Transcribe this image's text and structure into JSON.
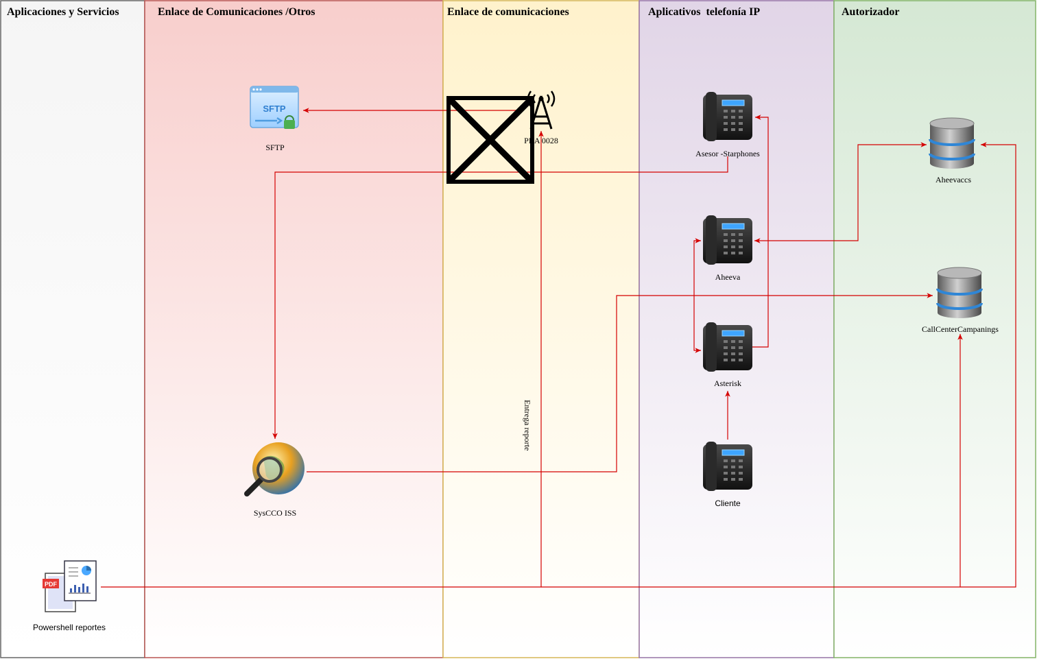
{
  "lanes": [
    {
      "title": "Aplicaciones y Servicios",
      "fill": "#f5f5f5",
      "stroke": "#666666"
    },
    {
      "title": "Enlace de Comunicaciones /Otros",
      "fill": "#f8cecc",
      "stroke": "#b85450"
    },
    {
      "title": "Enlace de comunicaciones",
      "fill": "#fff2cc",
      "stroke": "#d6b656"
    },
    {
      "title": "Aplicativos  telefonía IP",
      "fill": "#e1d5e7",
      "stroke": "#9673a6"
    },
    {
      "title": "Autorizador",
      "fill": "#d5e8d4",
      "stroke": "#82b366"
    }
  ],
  "nodes": {
    "sftp": {
      "label": "SFTP",
      "icon_name": "sftp-server-icon",
      "icon_text": "SFTP"
    },
    "pra": {
      "label": "PRA 0028",
      "icon_name": "radio-tower-icon"
    },
    "asesor": {
      "label": "Asesor -Starphones",
      "icon_name": "desk-phone-icon"
    },
    "aheeva": {
      "label": "Aheeva",
      "icon_name": "desk-phone-icon"
    },
    "asterisk": {
      "label": "Asterisk",
      "icon_name": "desk-phone-icon"
    },
    "cliente": {
      "label": "Cliente",
      "icon_name": "desk-phone-icon"
    },
    "aheevaccs": {
      "label": "Aheevaccs",
      "icon_name": "database-icon"
    },
    "callcenter": {
      "label": "CallCenterCampanings",
      "icon_name": "database-icon"
    },
    "syscco": {
      "label": "SysCCO ISS",
      "icon_name": "globe-search-icon"
    },
    "powershell": {
      "label": "Powershell reportes",
      "icon_name": "report-documents-icon",
      "badge": "PDF"
    }
  },
  "edges": [
    {
      "from": "pra",
      "to": "sftp"
    },
    {
      "from": "asesor",
      "to": "syscco"
    },
    {
      "from": "asterisk",
      "to": "asesor"
    },
    {
      "from": "aheeva",
      "to": "asterisk"
    },
    {
      "from": "aheeva",
      "to": "aheevaccs"
    },
    {
      "from": "syscco",
      "to": "callcenter"
    },
    {
      "from": "cliente",
      "to": "asterisk"
    },
    {
      "from": "powershell",
      "to": "pra",
      "label": "Entrega reporte"
    },
    {
      "from": "powershell",
      "to": "callcenter"
    },
    {
      "from": "powershell",
      "to": "aheevaccs"
    }
  ],
  "colors": {
    "edge": "#d40000"
  }
}
